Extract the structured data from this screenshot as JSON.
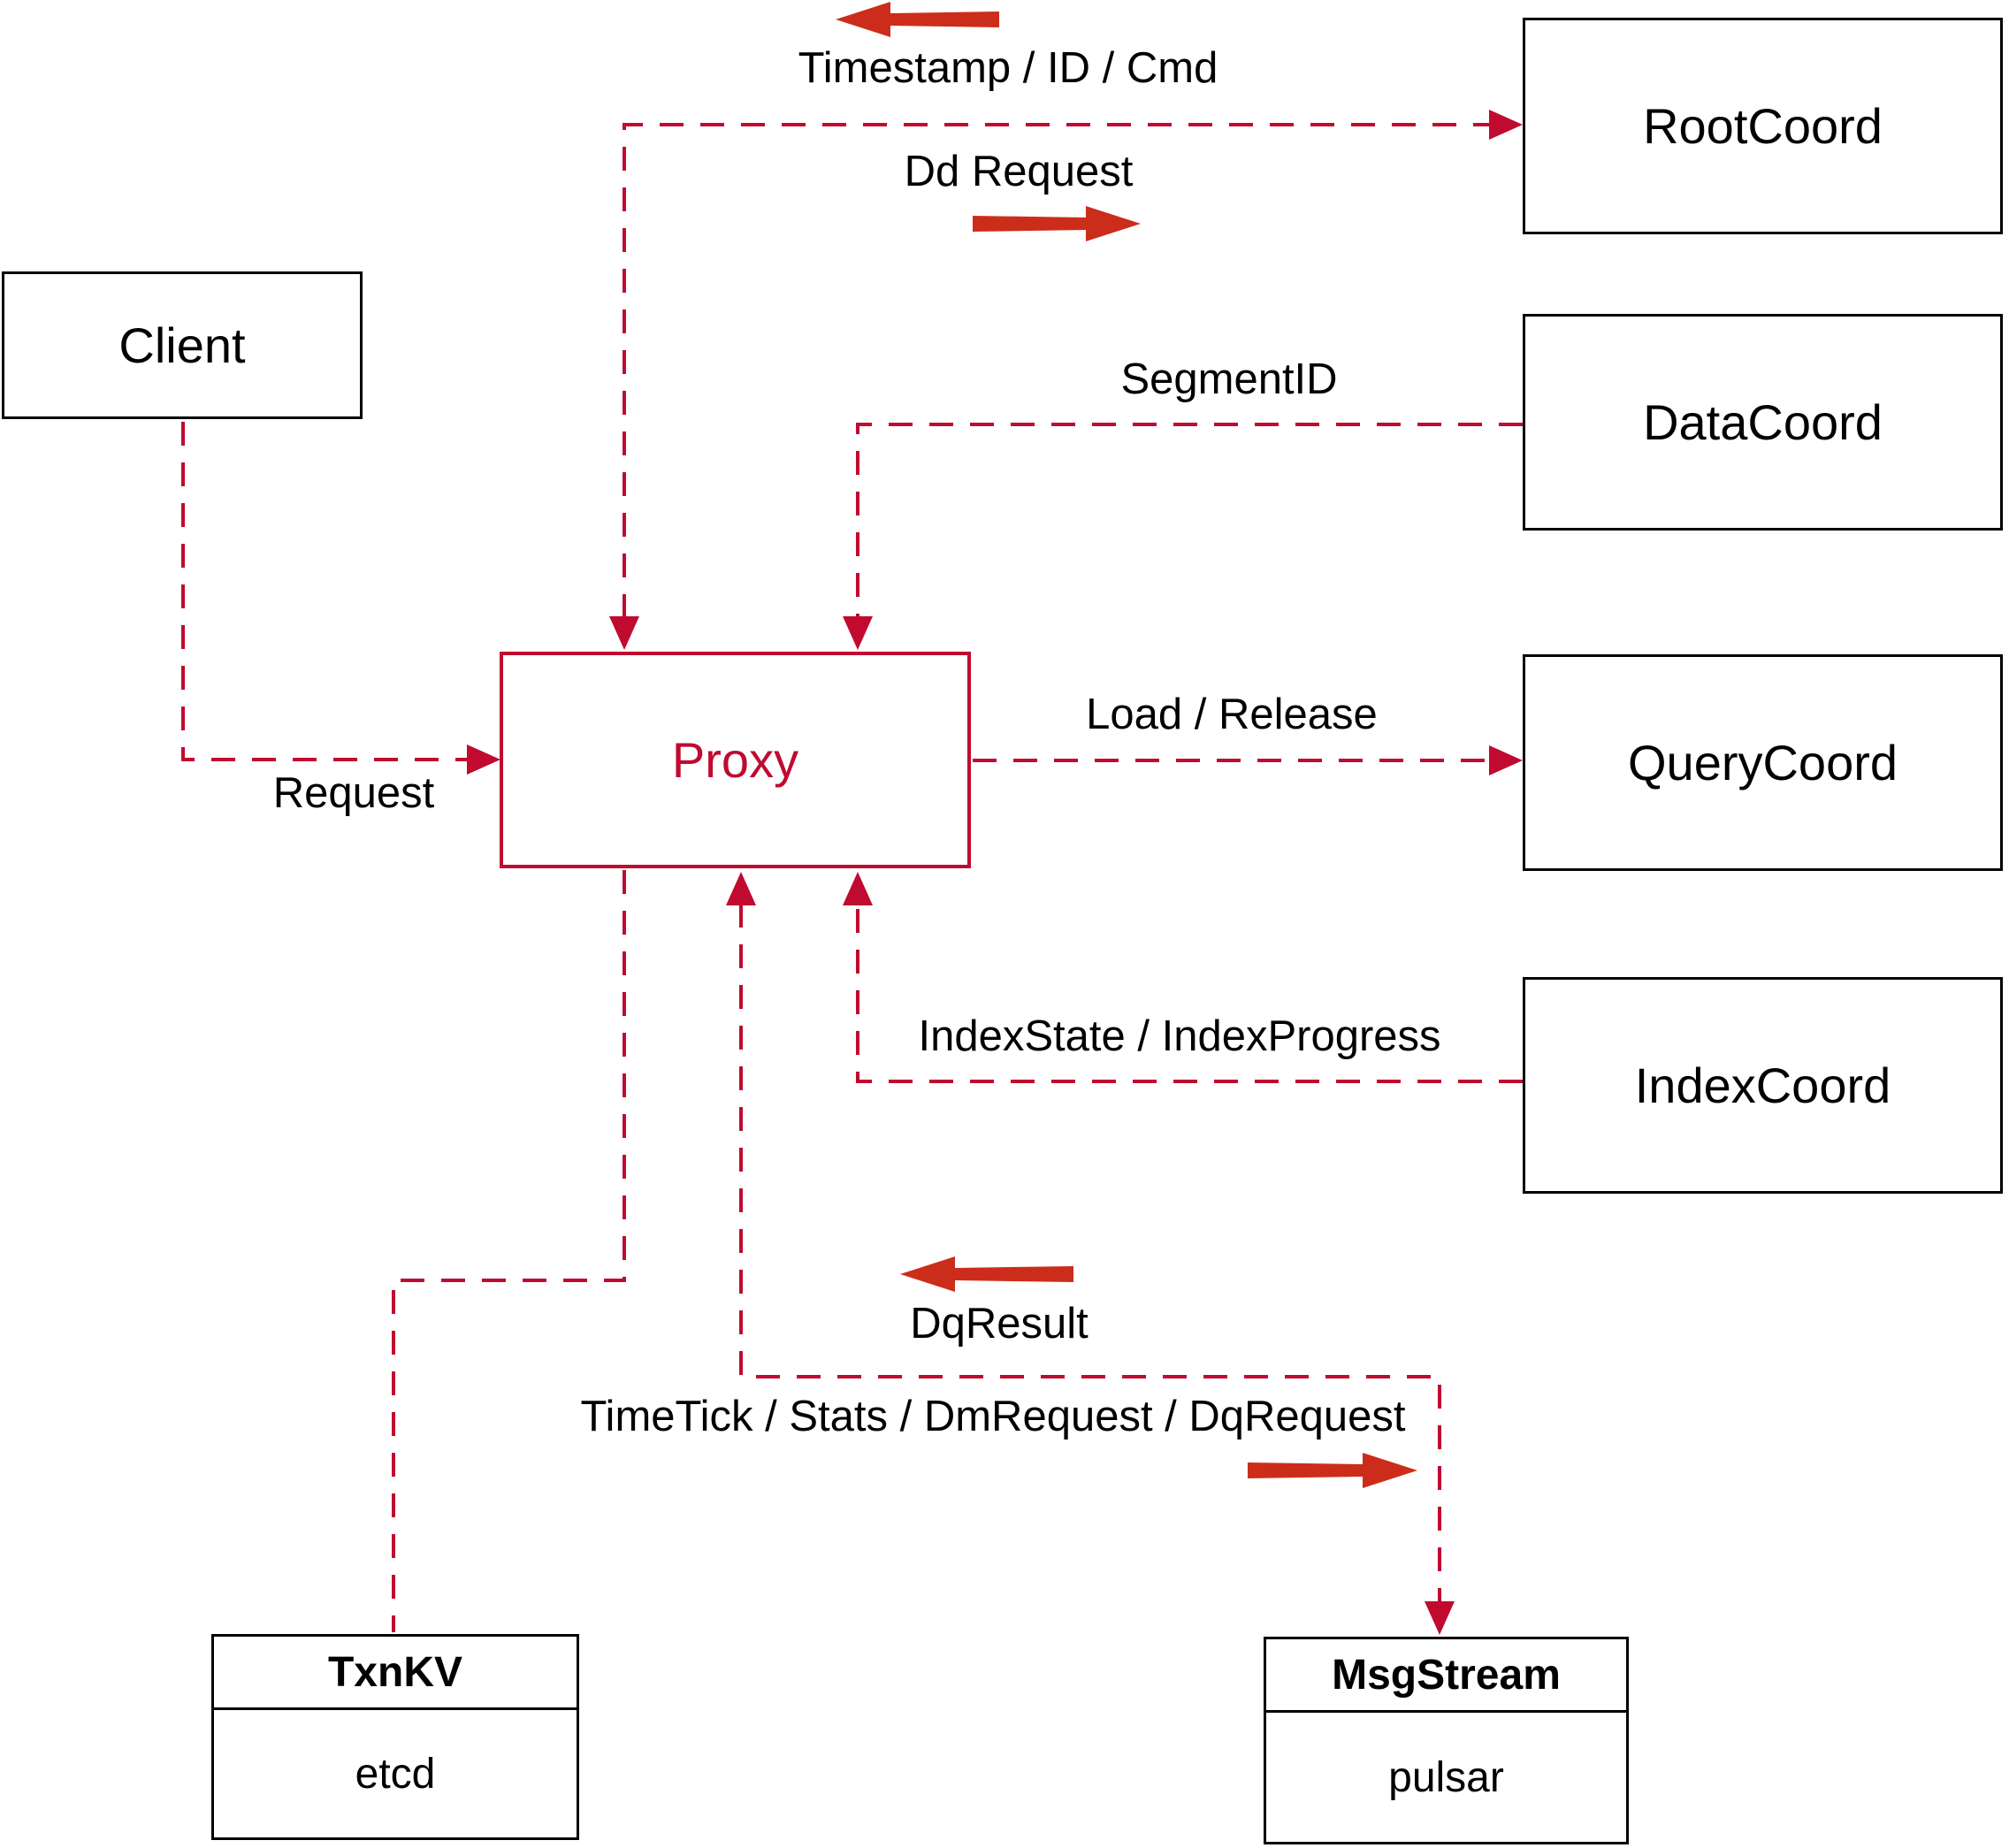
{
  "diagram": {
    "nodes": {
      "client": {
        "label": "Client"
      },
      "proxy": {
        "label": "Proxy"
      },
      "root_coord": {
        "label": "RootCoord"
      },
      "data_coord": {
        "label": "DataCoord"
      },
      "query_coord": {
        "label": "QueryCoord"
      },
      "index_coord": {
        "label": "IndexCoord"
      },
      "txn_kv": {
        "title": "TxnKV",
        "impl": "etcd"
      },
      "msg_stream": {
        "title": "MsgStream",
        "impl": "pulsar"
      }
    },
    "edges": {
      "request": "Request",
      "timestamp_id_cmd": "Timestamp / ID / Cmd",
      "dd_request": "Dd Request",
      "segment_id": "SegmentID",
      "load_release": "Load / Release",
      "index_state": "IndexState / IndexProgress",
      "dq_result": "DqResult",
      "timetick": "TimeTick / Stats / DmRequest / DqRequest"
    },
    "colors": {
      "dashed_line": "#c00a30",
      "solid_arrow": "#cc2d1a",
      "box_border": "#000000",
      "label_text": "#000000"
    }
  }
}
